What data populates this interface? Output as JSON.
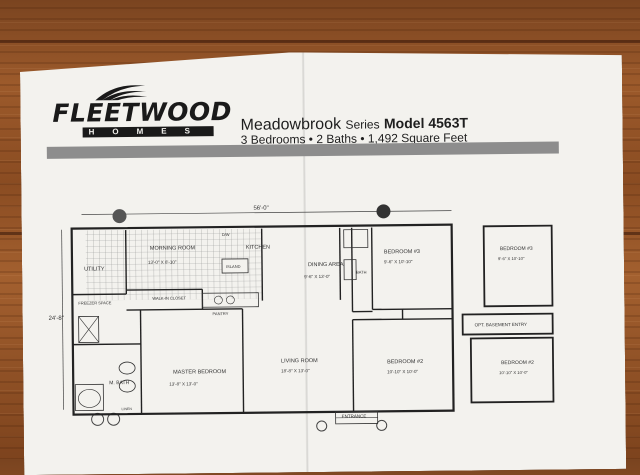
{
  "brand": {
    "name": "FLEETWOOD",
    "sub": "HOMES"
  },
  "header": {
    "series_name": "Meadowbrook",
    "series_word": "Series",
    "model": "Model 4563T",
    "specs": "3 Bedrooms • 2 Baths • 1,492 Square Feet"
  },
  "colors": {
    "paper": "#f3f2ee",
    "band": "#8d8d8d",
    "wood": "#8a4c22",
    "ink": "#1e1e1e"
  },
  "plan": {
    "overall_width": "56'-0\"",
    "overall_depth": "24'-8\"",
    "rooms": {
      "morning_room": "MORNING\nROOM",
      "morning_room_dim": "13'-0\" X 8'-10\"",
      "kitchen": "KITCHEN",
      "island": "ISLAND",
      "utility": "UTILITY",
      "freezer": "FREEZER\nSPACE",
      "walk_in_closet": "WALK-IN\nCLOSET",
      "pantry": "PANTRY",
      "dining": "DINING\nAREA",
      "dining_dim": "9'-6\" X 13'-0\"",
      "bedroom3": "BEDROOM #3",
      "bedroom3_dim": "9'-6\" X 10'-10\"",
      "bath": "BATH",
      "master_bath": "M.\nBATH",
      "master_bedroom": "MASTER\nBEDROOM",
      "master_bedroom_dim": "13'-8\" X 13'-0\"",
      "living_room": "LIVING ROOM",
      "living_room_dim": "18'-8\" X 13'-0\"",
      "bedroom2": "BEDROOM #2",
      "bedroom2_dim": "10'-10\" X 10'-0\"",
      "entrance": "ENTRANCE",
      "linen": "LINEN",
      "dw": "D/W"
    },
    "inset": {
      "bedroom3": "BEDROOM #3",
      "bedroom3_dim": "9'-6\" X 10'-10\"",
      "basement": "OPT. BASEMENT ENTRY",
      "bedroom2": "BEDROOM #2",
      "bedroom2_dim": "10'-10\" X 10'-0\""
    }
  }
}
